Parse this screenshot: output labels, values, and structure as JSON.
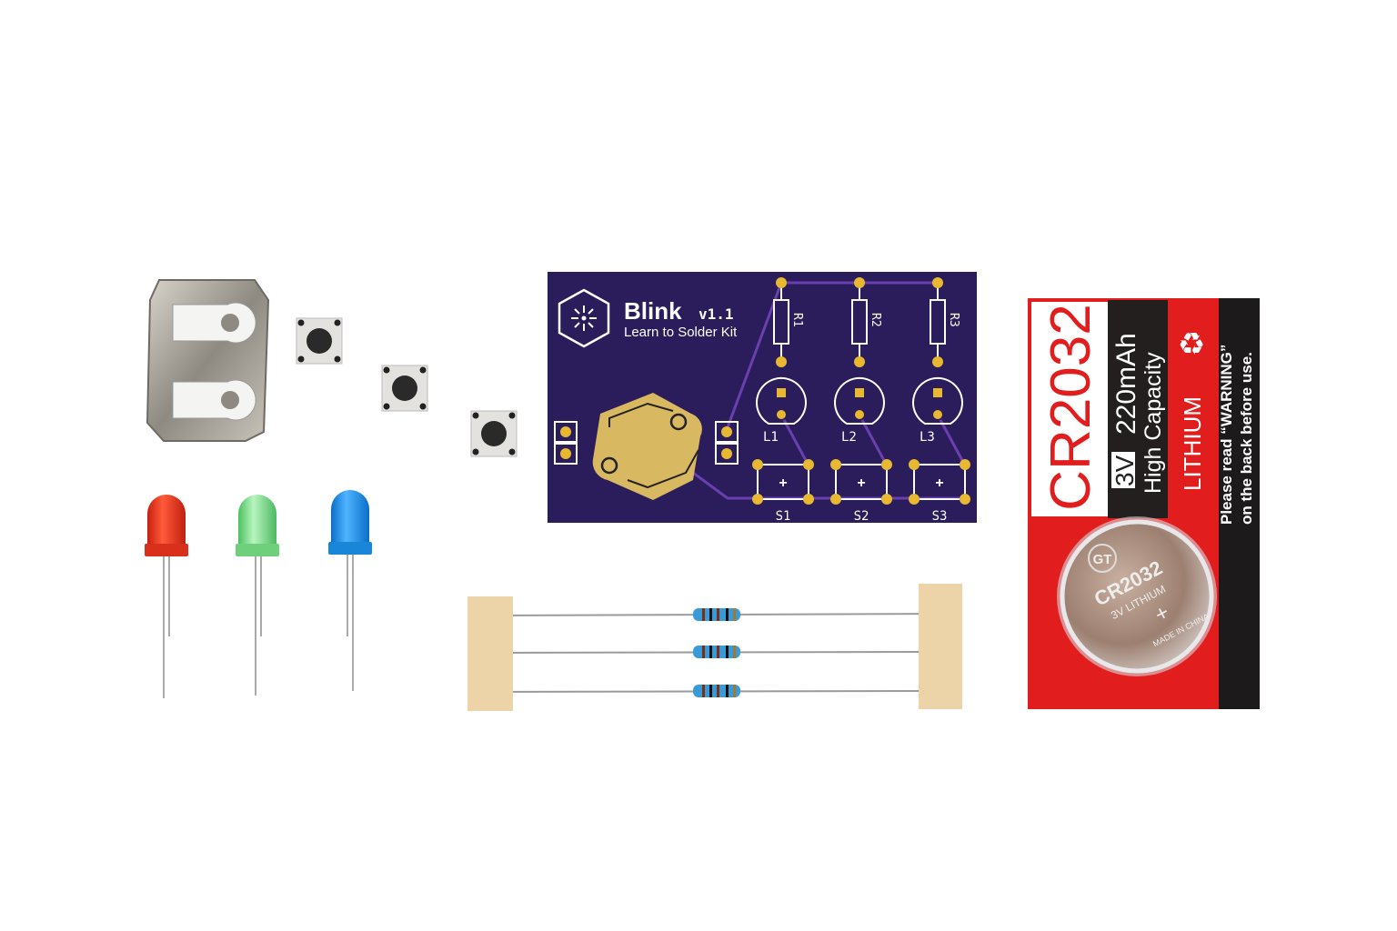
{
  "pcb": {
    "title": "Blink",
    "version": "v1.1",
    "subtitle": "Learn to Solder Kit",
    "resistor_labels": [
      "R1",
      "R2",
      "R3"
    ],
    "led_labels": [
      "L1",
      "L2",
      "L3"
    ],
    "switch_labels": [
      "S1",
      "S2",
      "S3"
    ],
    "switch_mark": "+",
    "board_color": "#2b1d5c",
    "pad_color": "#e8b830"
  },
  "battery_pack": {
    "model": "CR2032",
    "voltage": "3V",
    "capacity": "220mAh",
    "tagline": "High Capacity",
    "chemistry": "LITHIUM",
    "warning_line1": "Please read “WARNING”",
    "warning_line2": "on the back before use.",
    "coin": {
      "logo": "GT",
      "model": "CR2032",
      "spec": "3V LITHIUM",
      "polarity": "+",
      "origin": "MADE IN CHINA"
    },
    "red": "#e11d1d",
    "recycle_icon": "recycle-icon"
  },
  "leds": [
    {
      "color_name": "red",
      "color": "#e8331c"
    },
    {
      "color_name": "green",
      "color": "#7fe08a"
    },
    {
      "color_name": "blue",
      "color": "#1e8fe0"
    }
  ]
}
